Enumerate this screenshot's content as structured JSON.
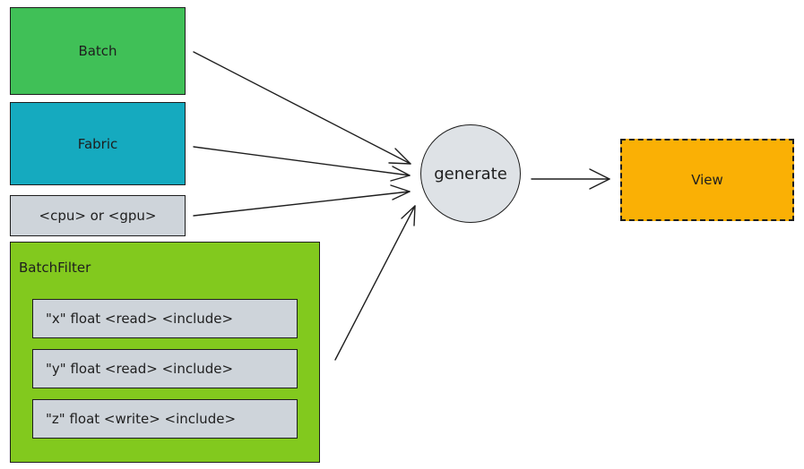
{
  "nodes": {
    "batch": "Batch",
    "fabric": "Fabric",
    "device": "<cpu> or <gpu>",
    "batchfilter": {
      "title": "BatchFilter",
      "attributes": [
        "\"x\" float <read> <include>",
        "\"y\" float <read> <include>",
        "\"z\" float <write> <include>"
      ]
    },
    "generate": "generate",
    "view": "View"
  },
  "edges": [
    {
      "from": "Batch",
      "to": "generate"
    },
    {
      "from": "Fabric",
      "to": "generate"
    },
    {
      "from": "<cpu> or <gpu>",
      "to": "generate"
    },
    {
      "from": "BatchFilter",
      "to": "generate"
    },
    {
      "from": "generate",
      "to": "View"
    }
  ],
  "colors": {
    "batch": "#40c057",
    "fabric": "#15aabf",
    "device": "#ced4da",
    "batchfilter": "#82c91e",
    "attribute": "#ced4da",
    "generate": "#dee2e6",
    "view": "#fab005",
    "stroke": "#1e1e1e"
  }
}
